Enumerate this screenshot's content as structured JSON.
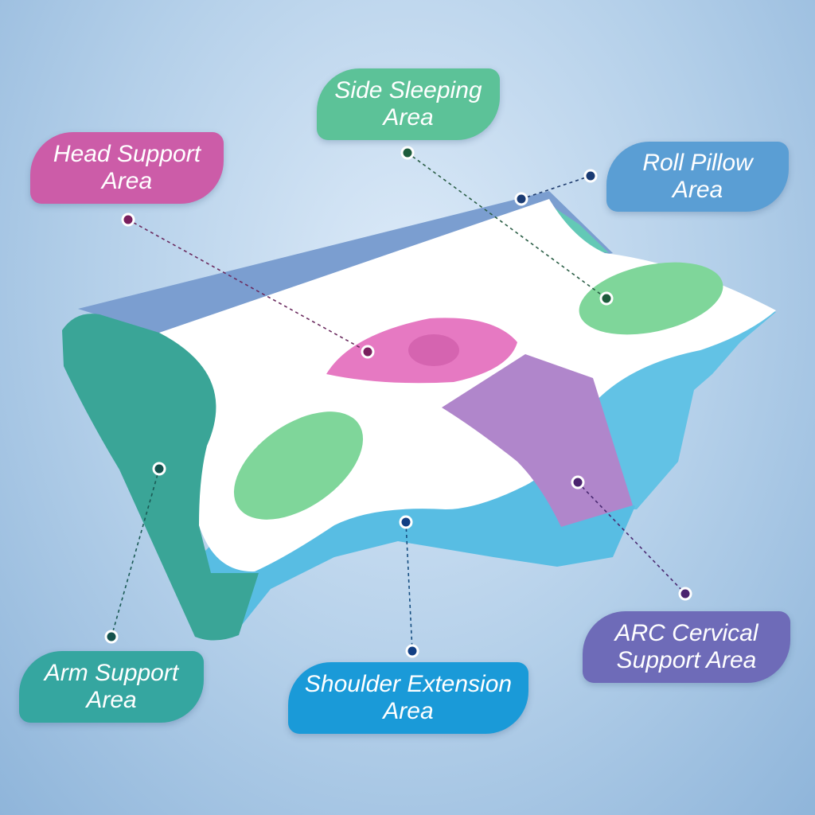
{
  "labels": {
    "head_support": {
      "line1": "Head Support",
      "line2": "Area",
      "color": "#cc5ca8"
    },
    "side_sleeping": {
      "line1": "Side Sleeping",
      "line2": "Area",
      "color": "#5cc298"
    },
    "roll_pillow": {
      "line1": "Roll Pillow",
      "line2": "Area",
      "color": "#5a9ed4"
    },
    "arm_support": {
      "line1": "Arm Support",
      "line2": "Area",
      "color": "#35a6a0"
    },
    "shoulder_extension": {
      "line1": "Shoulder Extension",
      "line2": "Area",
      "color": "#1a9ad8"
    },
    "arc_cervical": {
      "line1": "ARC Cervical",
      "line2": "Support Area",
      "color": "#6e6bb8"
    }
  },
  "colors": {
    "pillow_top": "#ffffff",
    "pillow_side": "#5ec0e2",
    "arm_panel": "#3aa597",
    "roll_top": "#7b9ed0",
    "arc_zone": "#b086cb",
    "head_zone": "#e679c2",
    "side_zones": "#7fd69a"
  }
}
